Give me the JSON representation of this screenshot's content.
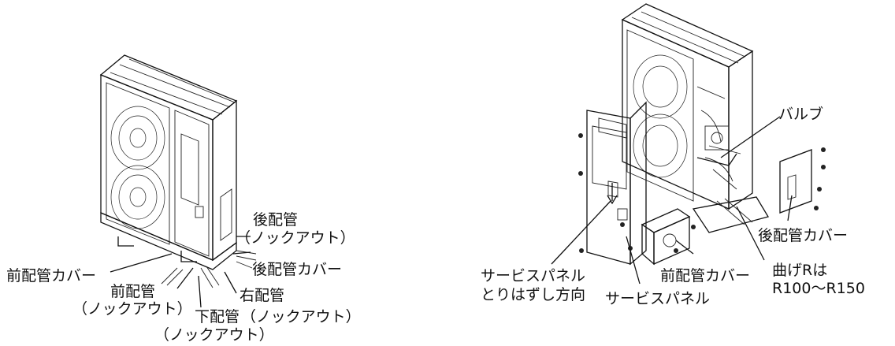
{
  "left_figure": {
    "labels": {
      "rear_pipe": "後配管",
      "rear_knockout": "（ノックアウト）",
      "rear_pipe_cover": "後配管カバー",
      "front_pipe_cover": "前配管カバー",
      "front_pipe": "前配管",
      "front_knockout": "（ノックアウト）",
      "right_pipe": "右配管",
      "bottom_pipe": "下配管",
      "right_knockout": "（ノックアウト）",
      "bottom_knockout": "（ノックアウト）"
    }
  },
  "right_figure": {
    "labels": {
      "valve": "バルブ",
      "rear_pipe_cover": "後配管カバー",
      "bend_radius": "曲げRは",
      "bend_radius_range": "R100～R150",
      "front_pipe_cover": "前配管カバー",
      "service_panel_removal": "サービスパネル",
      "removal_direction": "とりはずし方向",
      "service_panel": "サービスパネル"
    }
  }
}
